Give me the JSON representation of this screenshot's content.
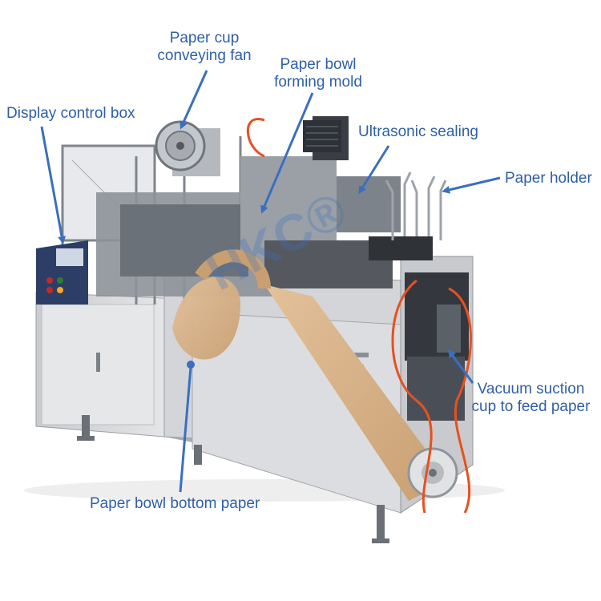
{
  "colors": {
    "label": "#2f5fa7",
    "leader": "#3a6fc0",
    "machine_panel": "#d7d8da",
    "machine_dark": "#3b3f46",
    "machine_frame": "#8d9299",
    "paper": "#d9b48a",
    "hose": "#e8501e",
    "watermark": "#3a6fc0"
  },
  "watermark": "HKC®",
  "labels": {
    "cup_fan": [
      "Paper cup",
      "conveying fan"
    ],
    "bowl_mold": [
      "Paper bowl",
      "forming mold"
    ],
    "display_box": "Display control box",
    "ultrasonic": "Ultrasonic sealing",
    "paper_holder": "Paper holder",
    "vacuum": [
      "Vacuum suction",
      "cup to feed paper"
    ],
    "bottom_paper": "Paper bowl bottom paper"
  },
  "icons": [
    "leader-arrow-icon",
    "leader-dot-icon",
    "fan-icon",
    "vent-icon",
    "red-button-icon"
  ]
}
